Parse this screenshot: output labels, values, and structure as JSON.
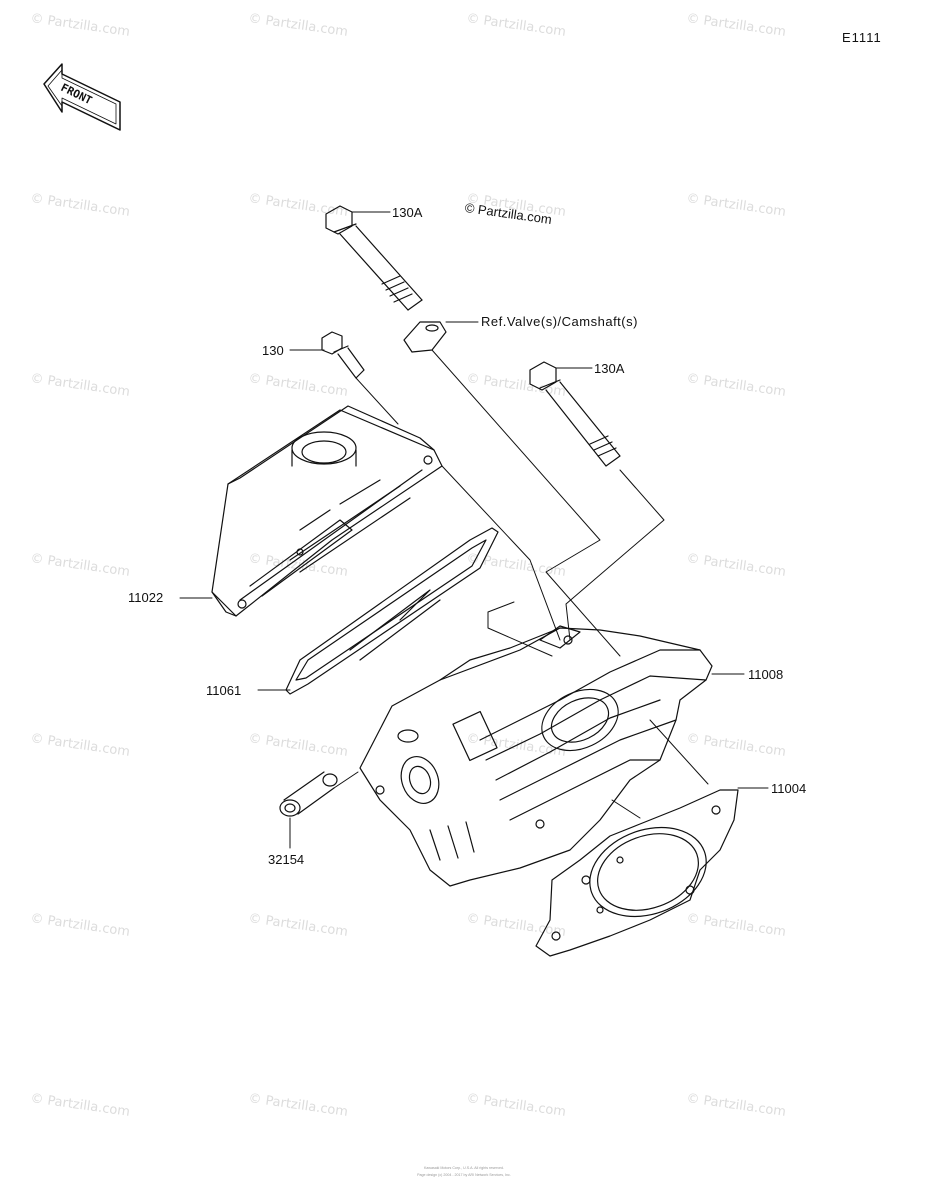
{
  "diagram_code": "E1111",
  "copyright": "© Partzilla.com",
  "watermark": "© Partzilla.com",
  "front_label": "FRONT",
  "parts": {
    "bolt_130A_top": "130A",
    "ref_valve": "Ref.Valve(s)/Camshaft(s)",
    "bolt_130": "130",
    "bolt_130A_right": "130A",
    "cover_11022": "11022",
    "gasket_11061": "11061",
    "head_11008": "11008",
    "gasket_11004": "11004",
    "pipe_32154": "32154"
  },
  "footer": {
    "line1": "Kawasaki Motors Corp., U.S.A. All rights reserved.",
    "line2": "Page design (c) 2004 - 2017 by ARI Network Services, Inc."
  }
}
